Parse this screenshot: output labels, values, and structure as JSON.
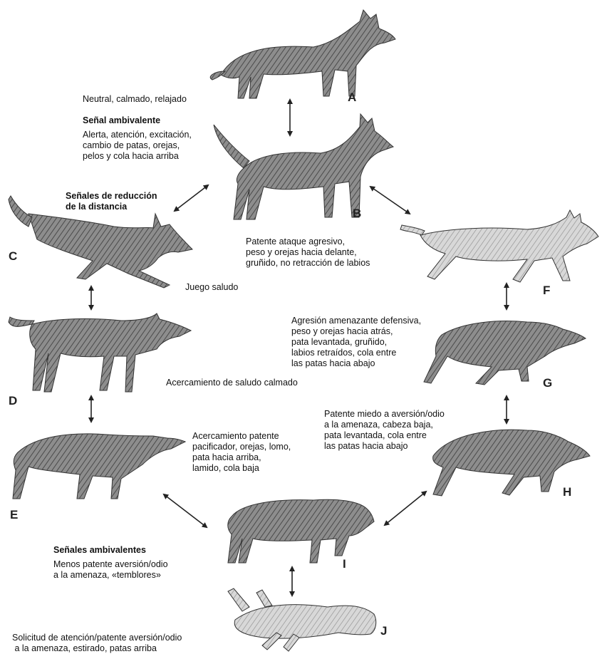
{
  "letters": [
    "A",
    "B",
    "C",
    "D",
    "E",
    "F",
    "G",
    "H",
    "I",
    "J"
  ],
  "texts": {
    "neutral": "Neutral, calmado, relajado",
    "ambivalent_heading": "Señal ambivalente",
    "ambivalent_body": "Alerta, atención, excitación,\ncambio de patas, orejas,\npelos y cola hacia arriba",
    "reduction_heading": "Señales de reducción\nde la distancia",
    "attack": "Patente ataque agresivo,\npeso y orejas hacia delante,\ngruñido, no retracción de labios",
    "play": "Juego saludo",
    "defensive": "Agresión amenazante defensiva,\npeso y orejas hacia atrás,\npata levantada, gruñido,\nlabios retraídos, cola entre\nlas patas hacia abajo",
    "greeting": "Acercamiento de saludo calmado",
    "fear": "Patente miedo a aversión/odio\na la amenaza, cabeza baja,\npata levantada, cola entre\nlas patas hacia abajo",
    "pacifier": "Acercamiento patente\npacificador, orejas, lomo,\npata hacia arriba,\nlamido, cola baja",
    "ambivalents_heading": "Señales ambivalentes",
    "ambivalents_body": "Menos patente aversión/odio\na la amenaza, «temblores»",
    "solicitation": "Solicitud de atención/patente aversión/odio\n a la amenaza, estirado, patas arriba"
  }
}
